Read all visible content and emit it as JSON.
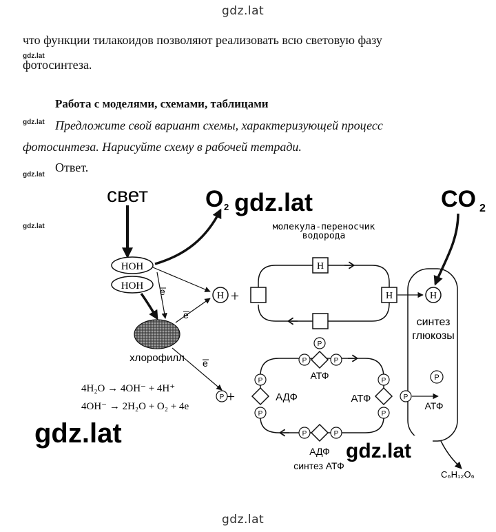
{
  "watermark": {
    "top": "gdz.lat",
    "bottom": "gdz.lat",
    "small": "gdz.lat",
    "large": "gdz.lat"
  },
  "text": {
    "line1": "что функции тилакоидов позволяют реализовать всю световую фазу",
    "line2": "фотосинтеза.",
    "heading": "Работа с моделями, схемами, таблицами",
    "task1": "Предложите свой вариант схемы, характеризующей процесс",
    "task2": "фотосинтеза. Нарисуйте схему в рабочей тетради.",
    "answer": "Ответ."
  },
  "diagram": {
    "light": "свет",
    "o2": "O",
    "o2_sub": "2",
    "co2": "CO",
    "co2_sub": "2",
    "carrier_line1": "молекула-переносчик",
    "carrier_line2": "водорода",
    "hoh": "НОН",
    "h": "Н",
    "plus": "+",
    "electron": "e",
    "chlorophyll": "хлорофилл",
    "p": "P",
    "atf": "АТФ",
    "adf": "АДФ",
    "synthesis_glucose_1": "синтез",
    "synthesis_glucose_2": "глюкозы",
    "synthesis_atf": "синтез АТФ",
    "eq1": "4H₂O → 4OH⁻ + 4H⁺",
    "eq2": "4OH⁻ → 2H₂O + O₂ + 4e",
    "glucose": "C₆H₁₂O₆"
  }
}
